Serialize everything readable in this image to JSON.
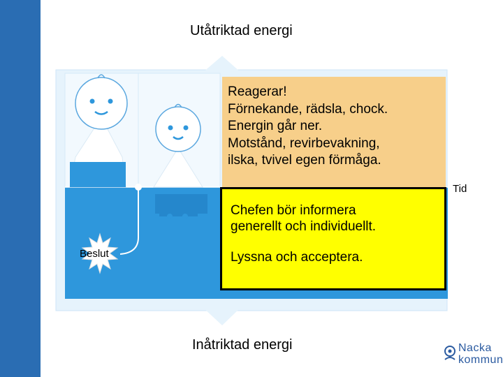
{
  "diagram": {
    "top_label": "Utåtriktad energi",
    "bottom_label": "Inåtriktad energi",
    "time_label": "Tid",
    "decision_label": "Beslut",
    "orange_box": {
      "lines": [
        "Reagerar!",
        "Förnekande, rädsla, chock.",
        "Energin går ner.",
        "Motstånd, revirbevakning,",
        "ilska, tvivel egen förmåga."
      ]
    },
    "yellow_box": {
      "lines": [
        "Chefen bör informera",
        "generellt och individuellt."
      ],
      "line2": "Lyssna och acceptera."
    }
  },
  "logo": {
    "line1": "Nacka",
    "line2": "kommun"
  },
  "colors": {
    "side_bar": "#2a6db3",
    "upper_area": "#e6f3fc",
    "lower_area": "#2e97dc",
    "orange_box": "#f7cf8a",
    "yellow_box": "#ffff00",
    "logo": "#2a5aa0"
  }
}
